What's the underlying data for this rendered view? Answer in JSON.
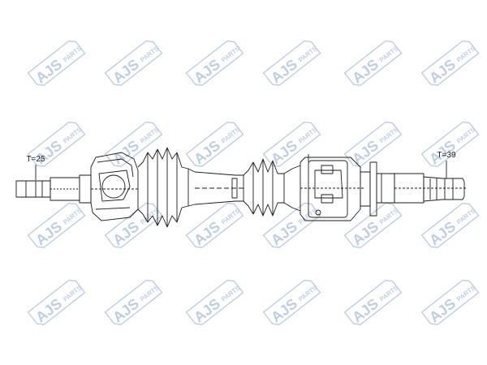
{
  "watermark": {
    "brand": "AJS",
    "suffix": "PARTS",
    "color": "#1e4f9c"
  },
  "drawing": {
    "line_color": "#1a1a1a",
    "left_spline_label": "T=25",
    "right_spline_label": "T=39"
  }
}
